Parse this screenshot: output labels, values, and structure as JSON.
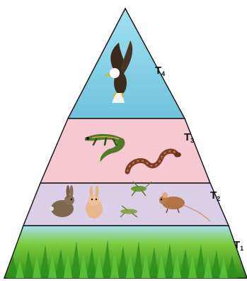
{
  "pyramid": {
    "levels": [
      {
        "id": "t4",
        "label": "T",
        "sub": "4",
        "color": "#8fd3e8",
        "organisms": [
          "eagle-icon"
        ]
      },
      {
        "id": "t3",
        "label": "T",
        "sub": "3",
        "color": "#f6c9d2",
        "organisms": [
          "lizard-icon",
          "snake-icon"
        ]
      },
      {
        "id": "t2",
        "label": "T",
        "sub": "2",
        "color": "#d9cce6",
        "organisms": [
          "rabbit-icon",
          "rabbit-icon",
          "grasshopper-icon",
          "grasshopper-icon",
          "mouse-icon"
        ]
      },
      {
        "id": "t1",
        "label": "T",
        "sub": "1",
        "color": "#4db027",
        "organisms": [
          "grass-icon"
        ]
      }
    ],
    "outline_color": "#1a1a1a"
  }
}
